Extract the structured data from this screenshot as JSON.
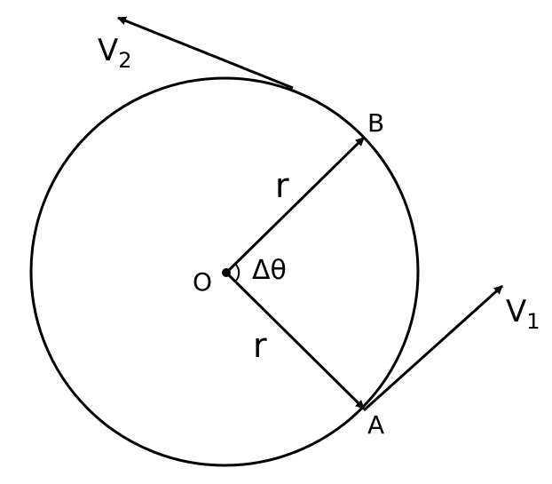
{
  "labels": {
    "v2": "V",
    "v2_sub": "2",
    "v1": "V",
    "v1_sub": "1",
    "point_b": "B",
    "point_a": "A",
    "center": "O",
    "angle": "Δθ",
    "radius_top": "r",
    "radius_bottom": "r"
  },
  "colors": {
    "stroke": "#000000"
  }
}
